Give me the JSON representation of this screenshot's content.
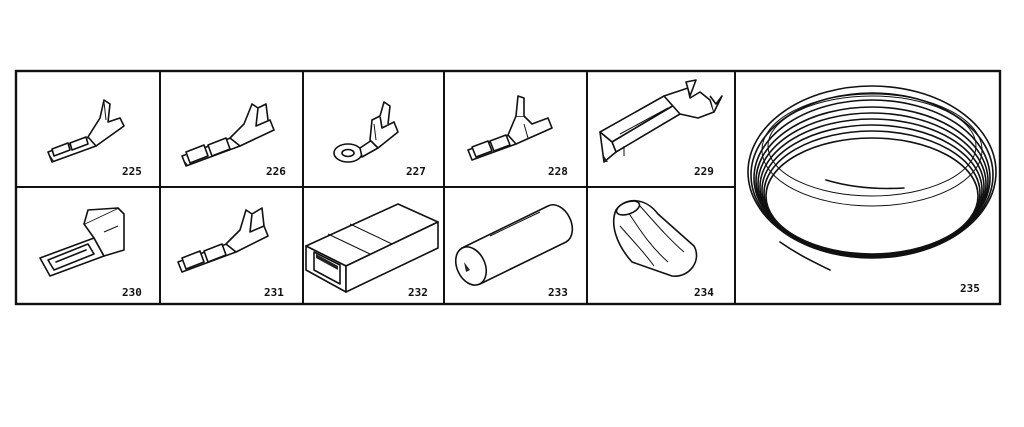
{
  "parts": [
    {
      "id": "part-225",
      "icon": "flag-terminal-icon",
      "number": "225"
    },
    {
      "id": "part-226",
      "icon": "flag-terminal-icon",
      "number": "226"
    },
    {
      "id": "part-227",
      "icon": "ring-terminal-icon",
      "number": "227"
    },
    {
      "id": "part-228",
      "icon": "flag-terminal-icon",
      "number": "228"
    },
    {
      "id": "part-229",
      "icon": "spade-terminal-icon",
      "number": "229"
    },
    {
      "id": "part-230",
      "icon": "flag-terminal-icon",
      "number": "230"
    },
    {
      "id": "part-231",
      "icon": "flag-terminal-icon",
      "number": "231"
    },
    {
      "id": "part-232",
      "icon": "connector-housing-icon",
      "number": "232"
    },
    {
      "id": "part-233",
      "icon": "insulator-sleeve-icon",
      "number": "233"
    },
    {
      "id": "part-234",
      "icon": "wire-nut-icon",
      "number": "234"
    },
    {
      "id": "part-235",
      "icon": "wire-coil-icon",
      "number": "235"
    }
  ]
}
